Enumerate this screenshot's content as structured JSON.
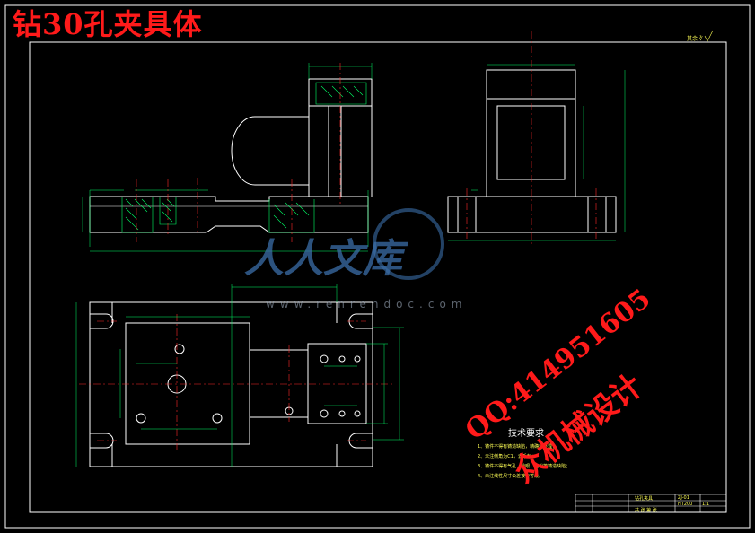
{
  "drawing": {
    "title": "钻30孔夹具体",
    "watermark_qq": "QQ:414951605",
    "watermark_cn": "众机械设计",
    "watermark_site": "人人文库",
    "watermark_url": "www.renrendoc.com",
    "roughness_note": "其余 ∛",
    "tech_requirements": {
      "title": "技术要求",
      "items": [
        "1、铸件不得有铸造缺陷，精确热处理；",
        "2、未注倒角为C1，去毛刺；",
        "3、铸件不得有气孔、砂眼、缩松等铸造缺陷；",
        "4、未注线性尺寸公差按中等级。"
      ]
    },
    "title_block": {
      "part_name": "钻孔夹具",
      "drawing_no": "ZJ-01",
      "scale": "1:1",
      "material": "HT200",
      "sheet": "共 张 第 张"
    }
  },
  "colors": {
    "background": "#000000",
    "outline": "#ffffff",
    "dimension": "#00ff66",
    "centerline": "#ff2a2a",
    "hatch": "#00ff66",
    "watermark": "#ff1a1a"
  }
}
